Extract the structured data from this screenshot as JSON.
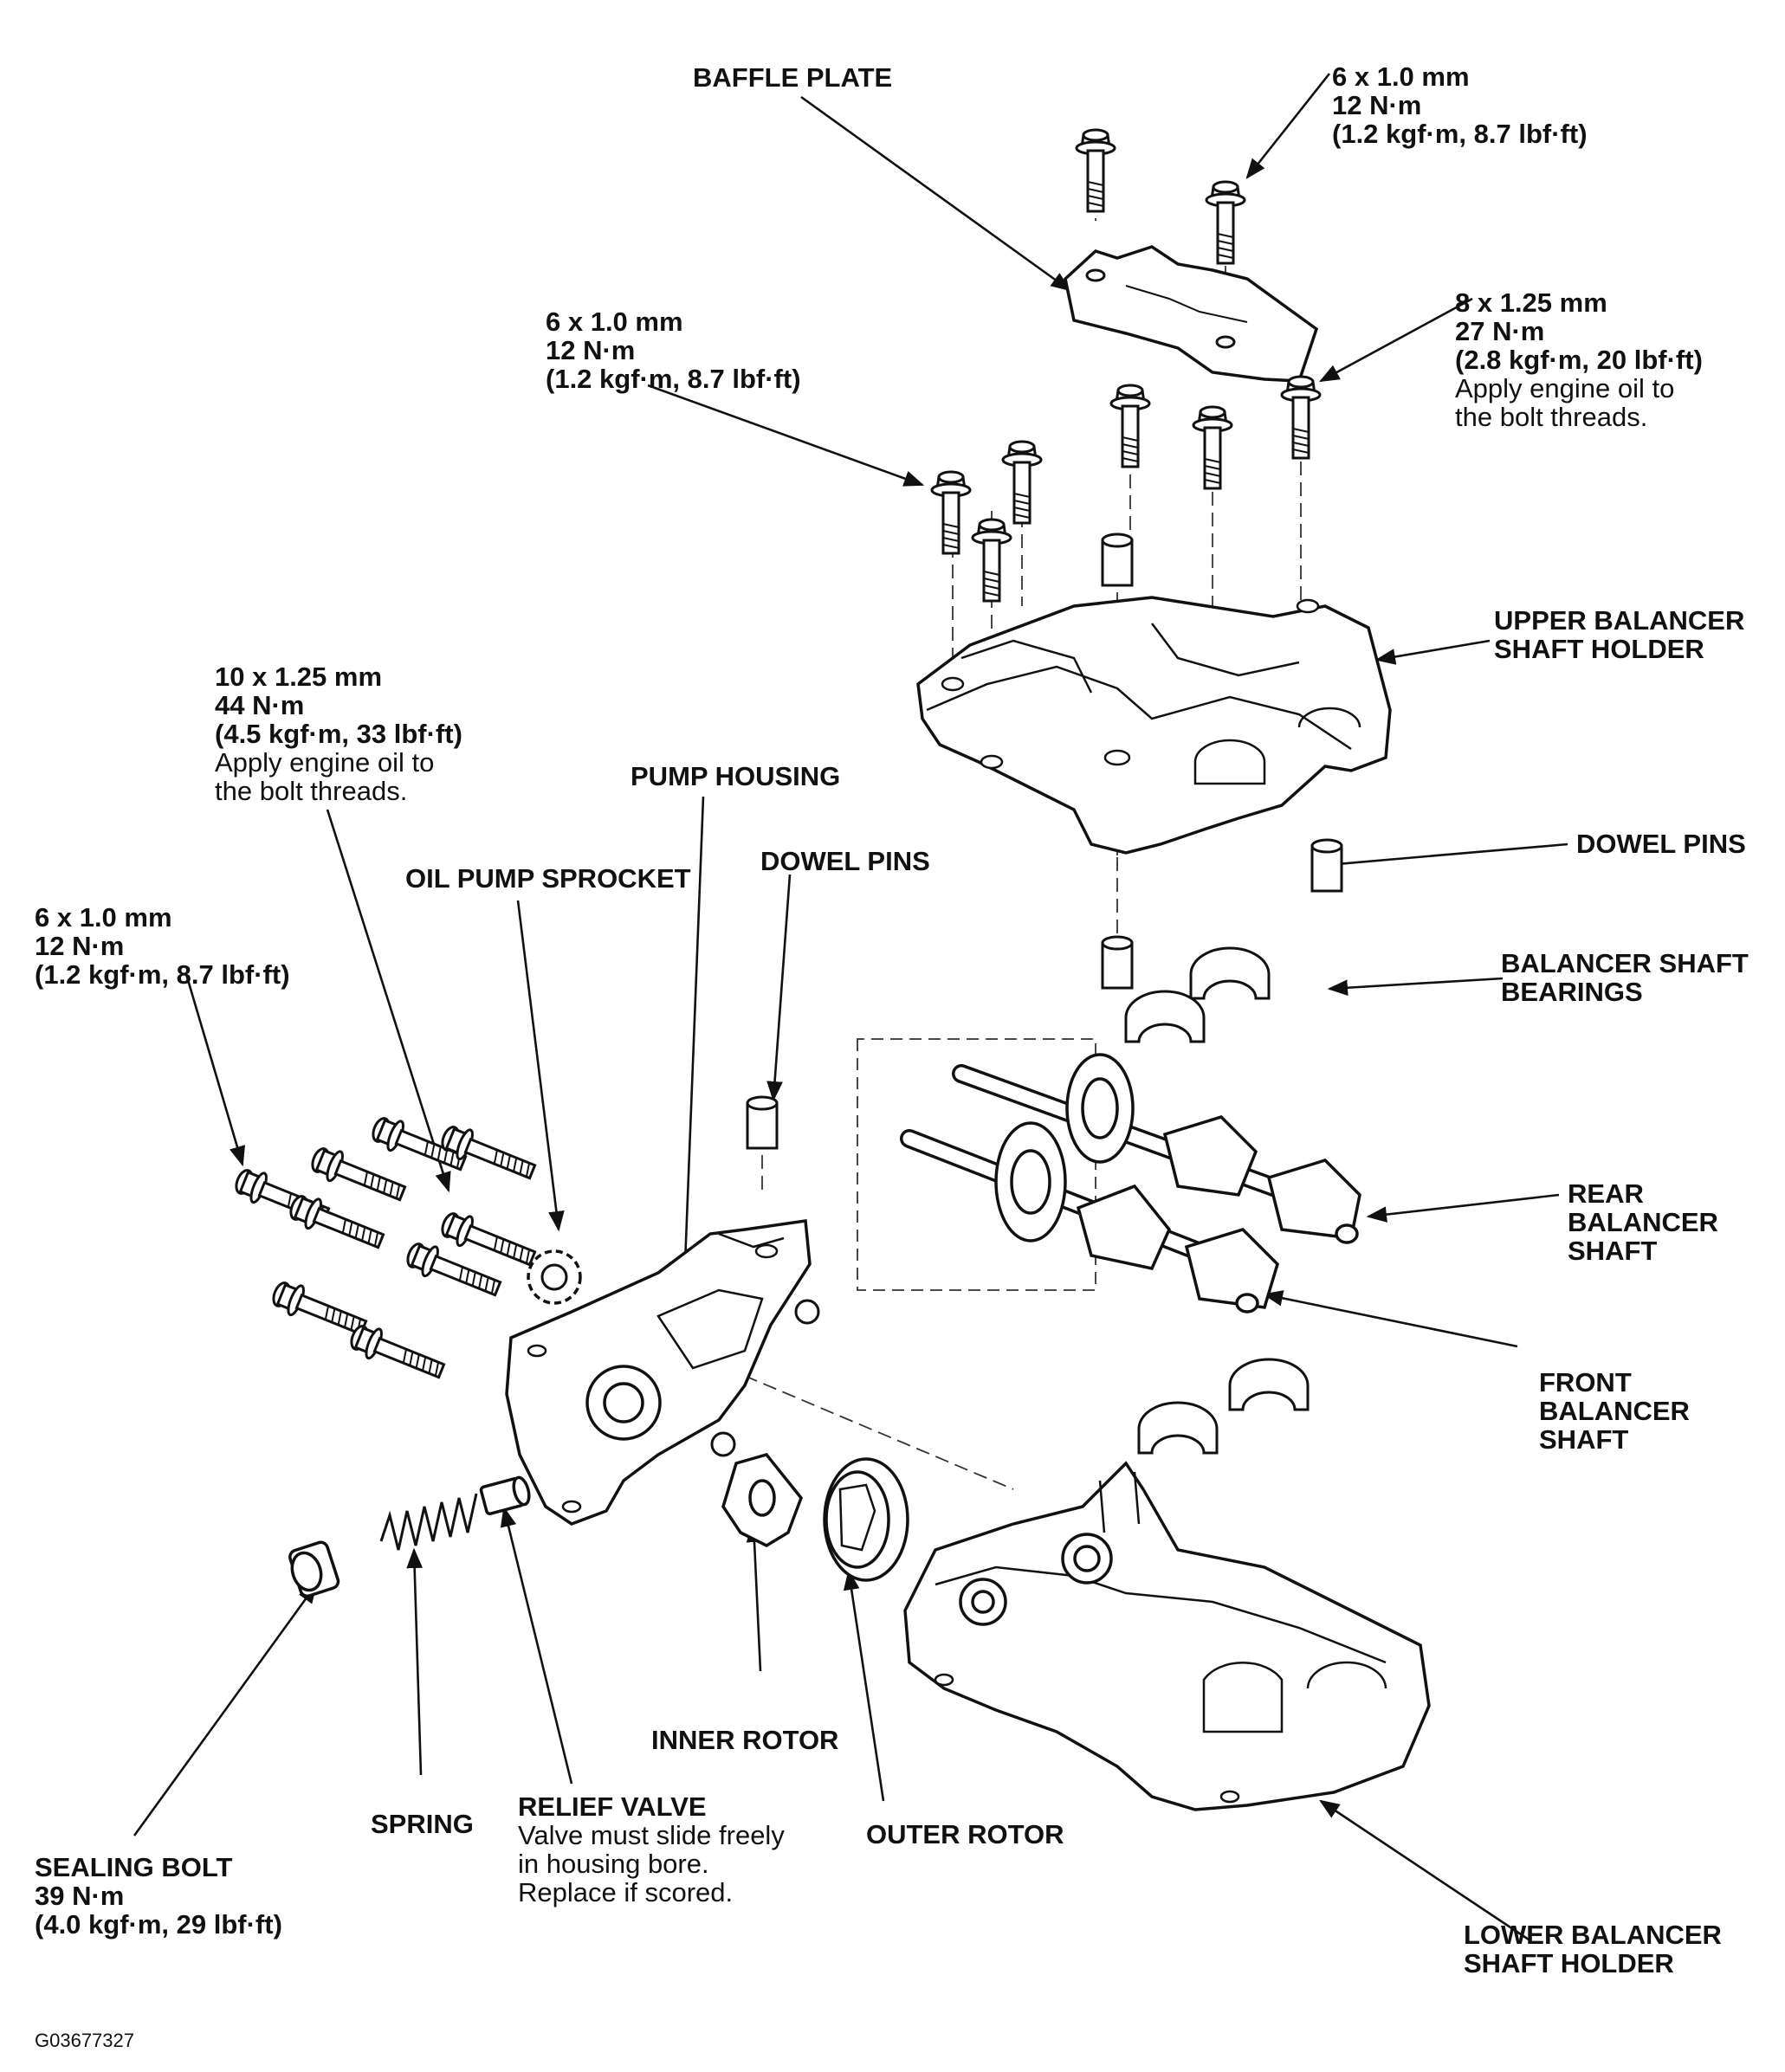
{
  "labels": {
    "baffle_plate": "BAFFLE PLATE",
    "bolt_6x1_top": {
      "size": "6 x 1.0 mm",
      "torque": "12 N·m",
      "alt": "(1.2 kgf·m, 8.7 lbf·ft)"
    },
    "bolt_6x1_mid": {
      "size": "6 x 1.0 mm",
      "torque": "12 N·m",
      "alt": "(1.2 kgf·m, 8.7 lbf·ft)"
    },
    "bolt_8x125": {
      "size": "8 x 1.25 mm",
      "torque": "27 N·m",
      "alt": "(2.8 kgf·m, 20 lbf·ft)",
      "note1": "Apply engine oil to",
      "note2": "the bolt threads."
    },
    "upper_holder": {
      "line1": "UPPER BALANCER",
      "line2": "SHAFT HOLDER"
    },
    "bolt_10x125": {
      "size": "10 x 1.25 mm",
      "torque": "44 N·m",
      "alt": "(4.5 kgf·m, 33 lbf·ft)",
      "note1": "Apply engine oil to",
      "note2": "the bolt threads."
    },
    "pump_housing": "PUMP HOUSING",
    "oil_pump_sprocket": "OIL PUMP SPROCKET",
    "dowel_pins_left": "DOWEL PINS",
    "dowel_pins_right": "DOWEL PINS",
    "bolt_6x1_left": {
      "size": "6 x 1.0 mm",
      "torque": "12 N·m",
      "alt": "(1.2 kgf·m, 8.7 lbf·ft)"
    },
    "balancer_bearings": {
      "line1": "BALANCER SHAFT",
      "line2": "BEARINGS"
    },
    "rear_shaft": {
      "line1": "REAR",
      "line2": "BALANCER",
      "line3": "SHAFT"
    },
    "front_shaft": {
      "line1": "FRONT",
      "line2": "BALANCER",
      "line3": "SHAFT"
    },
    "inner_rotor": "INNER ROTOR",
    "outer_rotor": "OUTER ROTOR",
    "spring": "SPRING",
    "relief_valve": {
      "title": "RELIEF VALVE",
      "note1": "Valve must slide freely",
      "note2": "in housing bore.",
      "note3": "Replace if scored."
    },
    "sealing_bolt": {
      "title": "SEALING BOLT",
      "torque": "39 N·m",
      "alt": "(4.0 kgf·m, 29 lbf·ft)"
    },
    "lower_holder": {
      "line1": "LOWER BALANCER",
      "line2": "SHAFT HOLDER"
    },
    "figure_ref": "G03677327"
  }
}
